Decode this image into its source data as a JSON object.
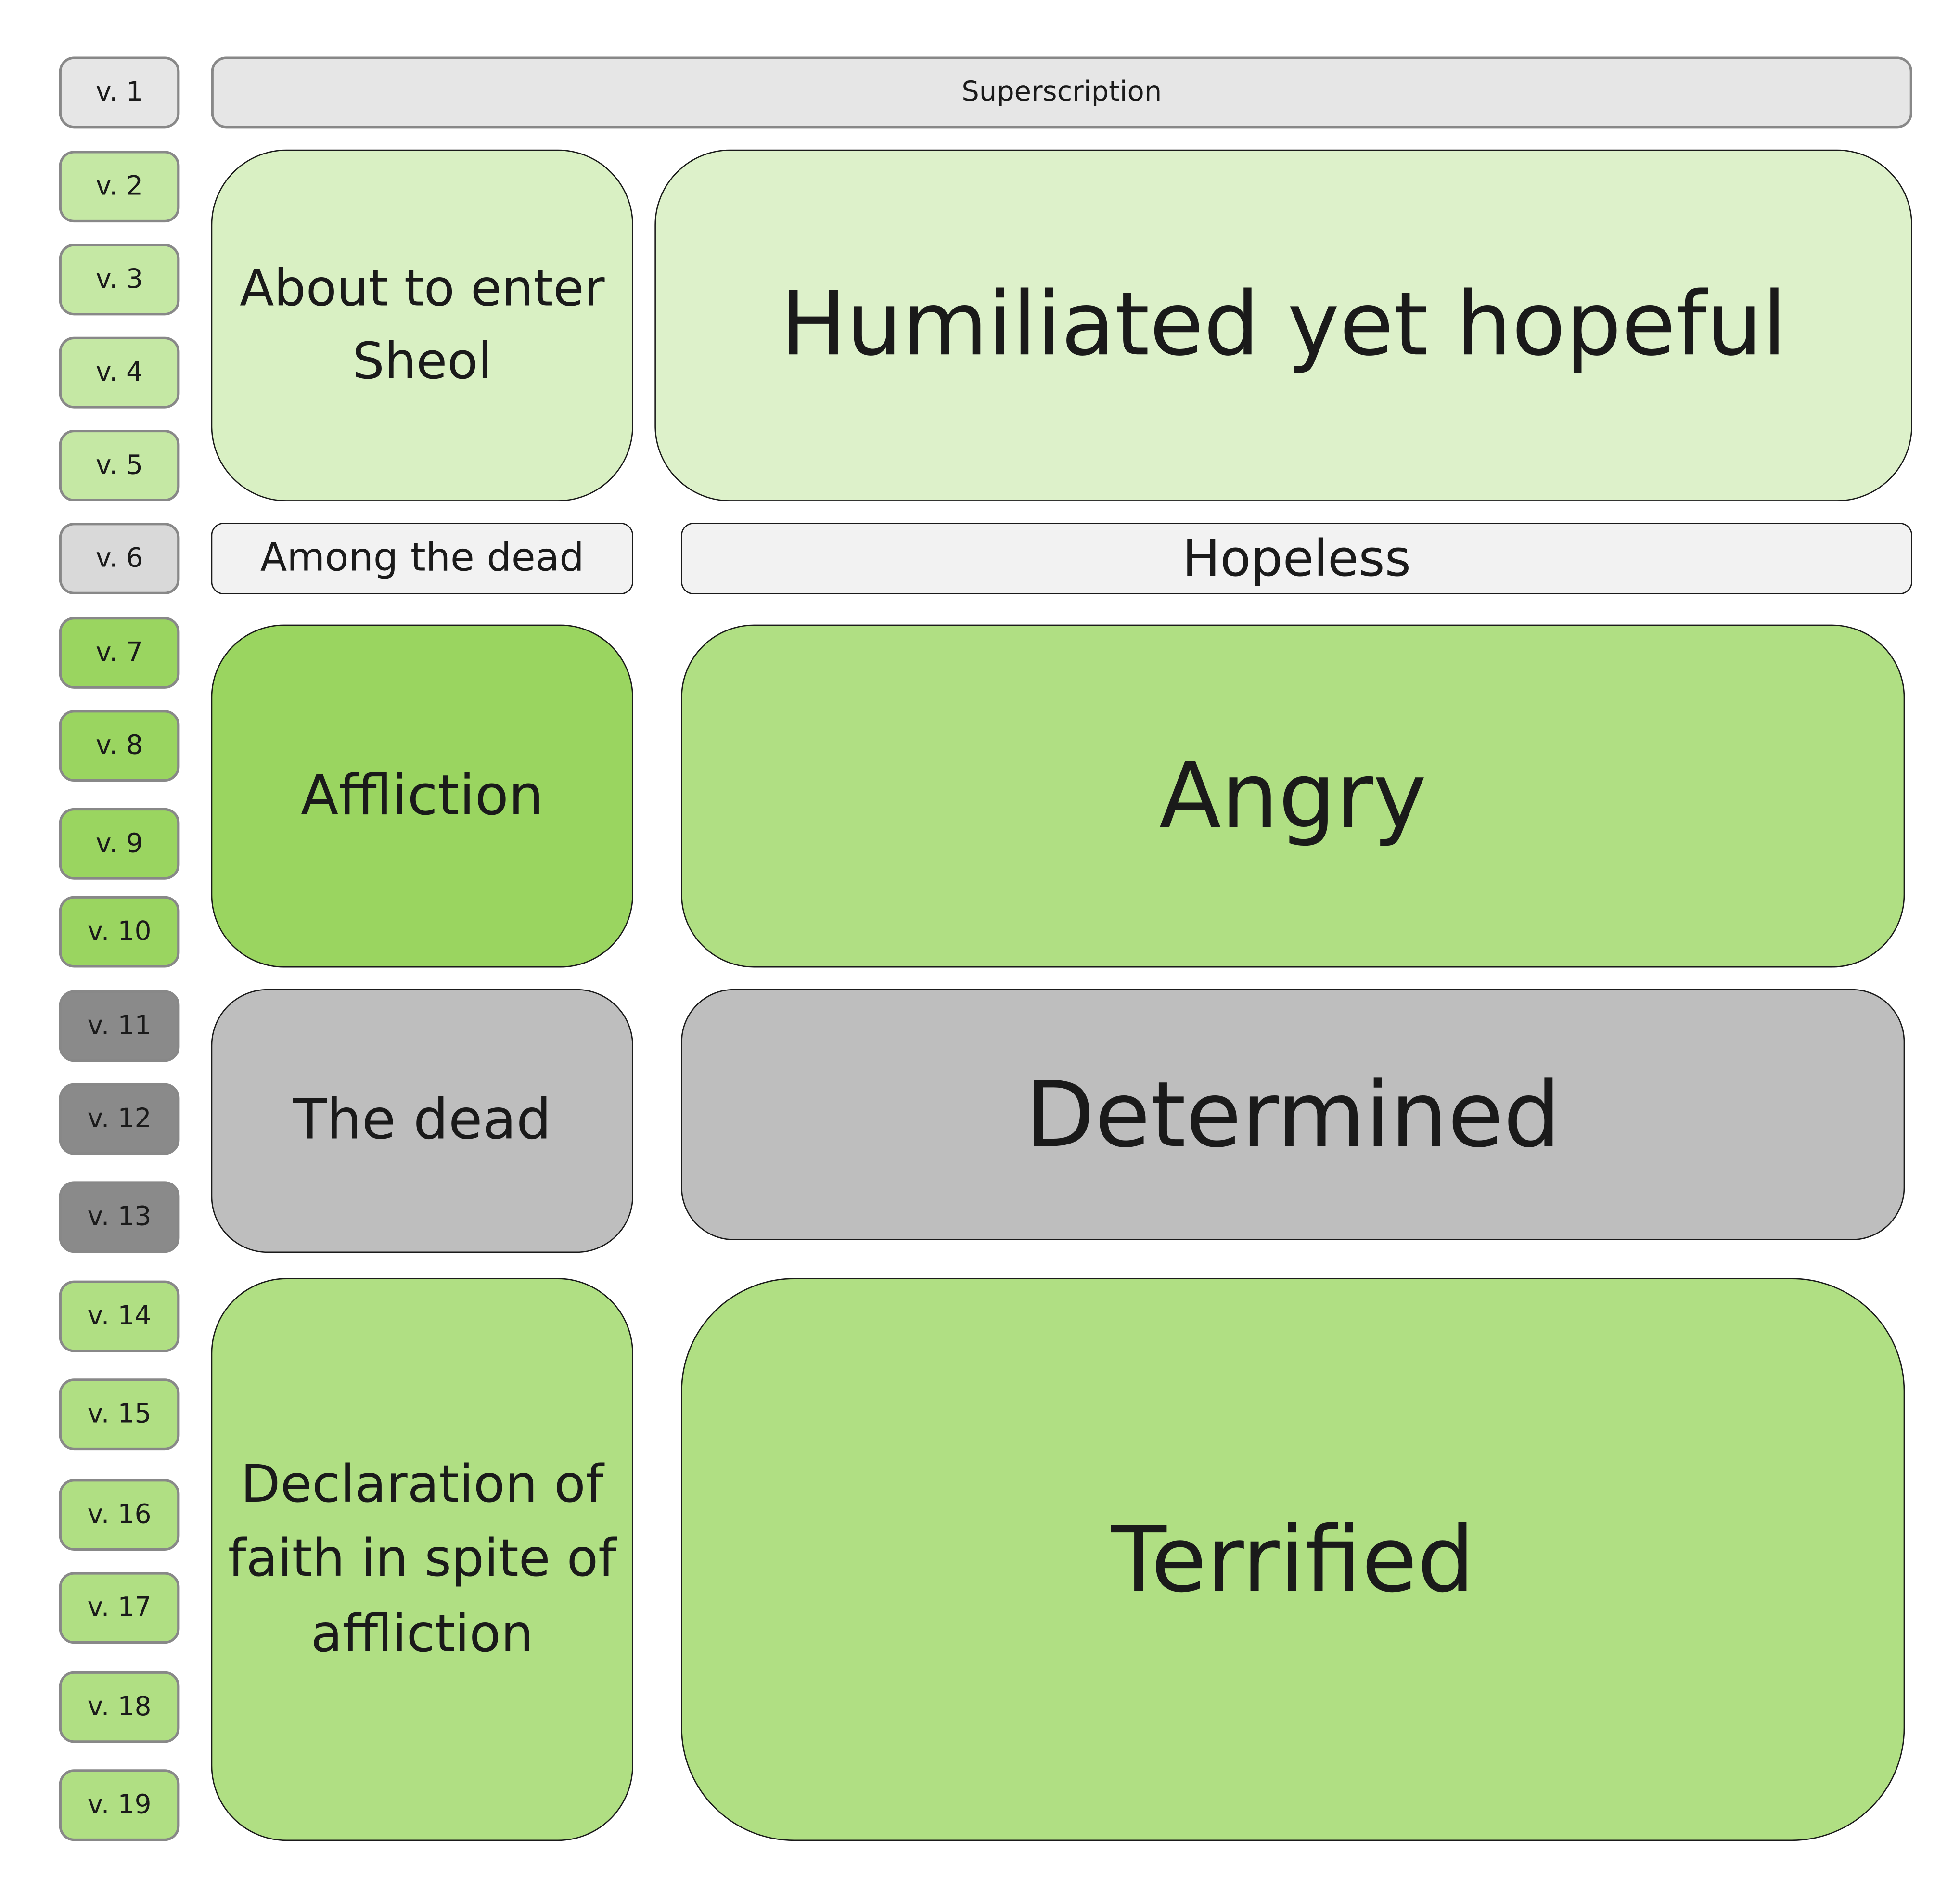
{
  "verses": [
    {
      "label": "v. 1",
      "color": "#e6e6e6"
    },
    {
      "label": "v. 2",
      "color": "#c5e8a4"
    },
    {
      "label": "v. 3",
      "color": "#c5e8a4"
    },
    {
      "label": "v. 4",
      "color": "#c5e8a4"
    },
    {
      "label": "v. 5",
      "color": "#c5e8a4"
    },
    {
      "label": "v. 6",
      "color": "#d9d9d9"
    },
    {
      "label": "v. 7",
      "color": "#9ad560"
    },
    {
      "label": "v. 8",
      "color": "#9ad560"
    },
    {
      "label": "v. 9",
      "color": "#9ad560"
    },
    {
      "label": "v. 10",
      "color": "#9ad560"
    },
    {
      "label": "v. 11",
      "color": "#8a8a8a"
    },
    {
      "label": "v. 12",
      "color": "#8a8a8a"
    },
    {
      "label": "v. 13",
      "color": "#8a8a8a"
    },
    {
      "label": "v. 14",
      "color": "#b0df83"
    },
    {
      "label": "v. 15",
      "color": "#b0df83"
    },
    {
      "label": "v. 16",
      "color": "#b0df83"
    },
    {
      "label": "v. 17",
      "color": "#b0df83"
    },
    {
      "label": "v. 18",
      "color": "#b0df83"
    },
    {
      "label": "v. 19",
      "color": "#b0df83"
    }
  ],
  "superscription": "Superscription",
  "sections": [
    {
      "theme": "About to enter Sheol",
      "mood": "Humiliated yet hopeful",
      "color": "#d9f0c3"
    },
    {
      "theme": "Among the dead",
      "mood": "Hopeless",
      "color": "#f2f2f2"
    },
    {
      "theme": "Affliction",
      "mood": "Angry",
      "color": "#9ad560",
      "mood_color": "#b0df83"
    },
    {
      "theme": "The dead",
      "mood": "Determined",
      "color": "#bebebe"
    },
    {
      "theme": "Declaration of faith in spite of affliction",
      "mood": "Terrified",
      "color": "#b0df83"
    }
  ]
}
